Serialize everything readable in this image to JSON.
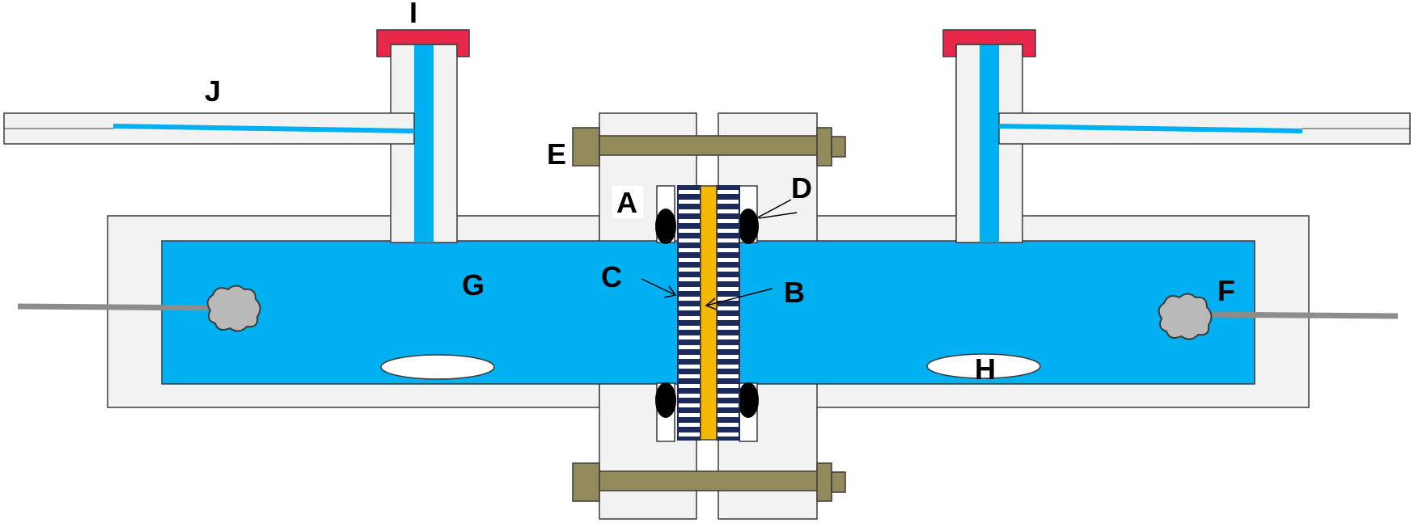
{
  "colors": {
    "electrolyte": "#00b0f0",
    "body": "#f2f2f2",
    "outline": "#3a3a3a",
    "cap": "#e8284a",
    "bolt": "#928a5a",
    "membrane": "#f5b800",
    "electrode_stripe": "#1f2a5c",
    "oring": "#000000",
    "wire": "#8c8c8c",
    "electrode_blob": "#b9b9b9",
    "stir_bar": "#ffffff"
  },
  "labels": {
    "A": "A",
    "B": "B",
    "C": "C",
    "D": "D",
    "E": "E",
    "F": "F",
    "G": "G",
    "H": "H",
    "I": "I",
    "J": "J"
  }
}
